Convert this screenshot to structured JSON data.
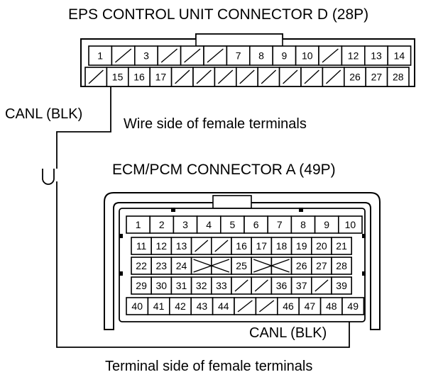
{
  "eps": {
    "title": "EPS CONTROL UNIT CONNECTOR D (28P)",
    "subtitle": "Wire side of female terminals",
    "wire_label": "CANL (BLK)",
    "row1": [
      "1",
      "",
      "3",
      "",
      "",
      "",
      "7",
      "8",
      "9",
      "10",
      "",
      "12",
      "13",
      "14"
    ],
    "row2": [
      "",
      "15",
      "16",
      "17",
      "",
      "",
      "",
      "",
      "",
      "",
      "",
      "",
      "26",
      "27",
      "28"
    ]
  },
  "ecm": {
    "title": "ECM/PCM CONNECTOR A (49P)",
    "subtitle": "Terminal side of female terminals",
    "wire_label": "CANL (BLK)",
    "row1": [
      "1",
      "2",
      "3",
      "4",
      "5",
      "6",
      "7",
      "8",
      "9",
      "10"
    ],
    "row2": [
      "11",
      "12",
      "13",
      "",
      "",
      "16",
      "17",
      "18",
      "19",
      "20",
      "21"
    ],
    "row3": [
      "22",
      "23",
      "24",
      "",
      "",
      "25",
      "",
      "",
      "26",
      "27",
      "28"
    ],
    "row4": [
      "29",
      "30",
      "31",
      "32",
      "33",
      "",
      "",
      "36",
      "37",
      "",
      "39"
    ],
    "row5": [
      "40",
      "41",
      "42",
      "43",
      "44",
      "",
      "",
      "46",
      "47",
      "48",
      "49"
    ]
  }
}
